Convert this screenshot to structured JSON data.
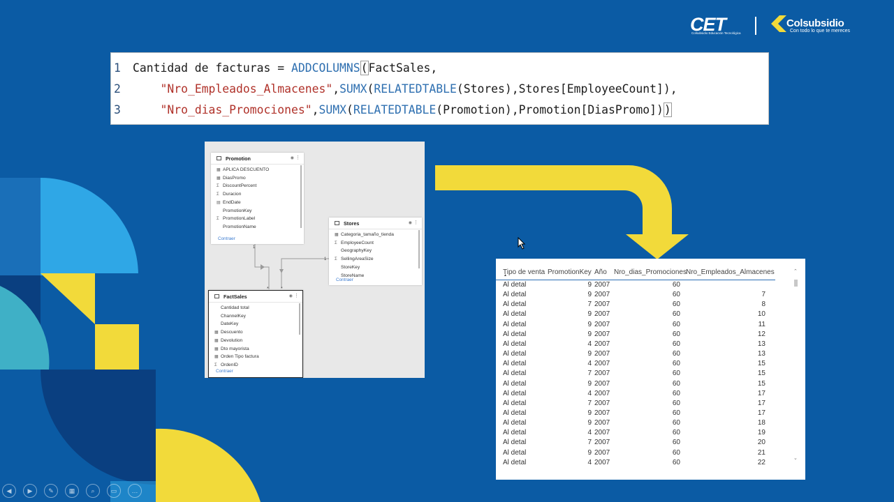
{
  "logos": {
    "cet_name": "CET",
    "cet_subtitle": "Colsubsidio Educación Tecnológica",
    "colsubsidio_name": "Colsubsidio",
    "colsubsidio_tagline": "Con todo lo que te mereces"
  },
  "code": {
    "lines": [
      {
        "num": "1",
        "parts": [
          {
            "t": "Cantidad de facturas = ",
            "k": "plain"
          },
          {
            "t": "ADDCOLUMNS",
            "k": "fn"
          },
          {
            "t": "(",
            "k": "bracket"
          },
          {
            "t": "FactSales,",
            "k": "plain"
          }
        ]
      },
      {
        "num": "2",
        "parts": [
          {
            "t": "    ",
            "k": "plain"
          },
          {
            "t": "\"Nro_Empleados_Almacenes\"",
            "k": "str"
          },
          {
            "t": ",",
            "k": "plain"
          },
          {
            "t": "SUMX",
            "k": "fn"
          },
          {
            "t": "(",
            "k": "plain"
          },
          {
            "t": "RELATEDTABLE",
            "k": "fn"
          },
          {
            "t": "(Stores),Stores[EmployeeCount]),",
            "k": "plain"
          }
        ]
      },
      {
        "num": "3",
        "parts": [
          {
            "t": "    ",
            "k": "plain"
          },
          {
            "t": "\"Nro_dias_Promociones\"",
            "k": "str"
          },
          {
            "t": ",",
            "k": "plain"
          },
          {
            "t": "SUMX",
            "k": "fn"
          },
          {
            "t": "(",
            "k": "plain"
          },
          {
            "t": "RELATEDTABLE",
            "k": "fn"
          },
          {
            "t": "(Promotion),Promotion[DiasPromo])",
            "k": "plain"
          },
          {
            "t": ")",
            "k": "bracket"
          }
        ]
      }
    ]
  },
  "model": {
    "collapse_label": "Contraer",
    "tables": [
      {
        "name": "Promotion",
        "fields": [
          {
            "icon": "▦",
            "name": "APLICA DESCUENTO"
          },
          {
            "icon": "▦",
            "name": "DiasPromo"
          },
          {
            "icon": "Σ",
            "name": "DiscountPercent"
          },
          {
            "icon": "Σ",
            "name": "Duracion"
          },
          {
            "icon": "▤",
            "name": "EndDate"
          },
          {
            "icon": "",
            "name": "PromotionKey"
          },
          {
            "icon": "Σ",
            "name": "PromotionLabel"
          },
          {
            "icon": "",
            "name": "PromotionName"
          }
        ]
      },
      {
        "name": "Stores",
        "fields": [
          {
            "icon": "▦",
            "name": "Categoria_tamaño_tienda"
          },
          {
            "icon": "Σ",
            "name": "EmployeeCount"
          },
          {
            "icon": "",
            "name": "GeographyKey"
          },
          {
            "icon": "Σ",
            "name": "SellingAreaSize"
          },
          {
            "icon": "",
            "name": "StoreKey"
          },
          {
            "icon": "",
            "name": "StoreName"
          }
        ]
      },
      {
        "name": "FactSales",
        "fields": [
          {
            "icon": "",
            "name": "Cantidad total"
          },
          {
            "icon": "",
            "name": "ChannelKey"
          },
          {
            "icon": "",
            "name": "DateKey"
          },
          {
            "icon": "▦",
            "name": "Descuento"
          },
          {
            "icon": "▦",
            "name": "Devolution"
          },
          {
            "icon": "▦",
            "name": "Dto mayorista"
          },
          {
            "icon": "▦",
            "name": "Orden Tipo factura"
          },
          {
            "icon": "Σ",
            "name": "OrdenID"
          }
        ]
      }
    ],
    "relationship_labels": {
      "one_a": "1",
      "one_b": "1",
      "many_a": "*",
      "many_b": "*"
    }
  },
  "results": {
    "columns": [
      "Tipo de venta",
      "PromotionKey",
      "Año",
      "Nro_dias_Promociones",
      "Nro_Empleados_Almacenes"
    ],
    "rows": [
      [
        "Al detal",
        "9",
        "2007",
        "60",
        ""
      ],
      [
        "Al detal",
        "9",
        "2007",
        "60",
        "7"
      ],
      [
        "Al detal",
        "7",
        "2007",
        "60",
        "8"
      ],
      [
        "Al detal",
        "9",
        "2007",
        "60",
        "10"
      ],
      [
        "Al detal",
        "9",
        "2007",
        "60",
        "11"
      ],
      [
        "Al detal",
        "9",
        "2007",
        "60",
        "12"
      ],
      [
        "Al detal",
        "4",
        "2007",
        "60",
        "13"
      ],
      [
        "Al detal",
        "9",
        "2007",
        "60",
        "13"
      ],
      [
        "Al detal",
        "4",
        "2007",
        "60",
        "15"
      ],
      [
        "Al detal",
        "7",
        "2007",
        "60",
        "15"
      ],
      [
        "Al detal",
        "9",
        "2007",
        "60",
        "15"
      ],
      [
        "Al detal",
        "4",
        "2007",
        "60",
        "17"
      ],
      [
        "Al detal",
        "7",
        "2007",
        "60",
        "17"
      ],
      [
        "Al detal",
        "9",
        "2007",
        "60",
        "17"
      ],
      [
        "Al detal",
        "9",
        "2007",
        "60",
        "18"
      ],
      [
        "Al detal",
        "4",
        "2007",
        "60",
        "19"
      ],
      [
        "Al detal",
        "7",
        "2007",
        "60",
        "20"
      ],
      [
        "Al detal",
        "9",
        "2007",
        "60",
        "21"
      ],
      [
        "Al detal",
        "4",
        "2007",
        "60",
        "22"
      ]
    ]
  },
  "toolbar": {
    "buttons": [
      {
        "icon": "previous-icon",
        "glyph": "◀"
      },
      {
        "icon": "next-icon",
        "glyph": "▶"
      },
      {
        "icon": "pen-icon",
        "glyph": "✎"
      },
      {
        "icon": "slides-icon",
        "glyph": "▦"
      },
      {
        "icon": "zoom-icon",
        "glyph": "⌕"
      },
      {
        "icon": "subtitles-icon",
        "glyph": "▭"
      },
      {
        "icon": "more-icon",
        "glyph": "…"
      }
    ]
  },
  "colors": {
    "background": "#0b5ba4",
    "yellow": "#f2da3a",
    "light_blue": "#2fa7e6",
    "dark_navy": "#0a3f80",
    "teal": "#3fb0c6",
    "dax_function": "#2e6fb0",
    "dax_string": "#b0322a"
  }
}
